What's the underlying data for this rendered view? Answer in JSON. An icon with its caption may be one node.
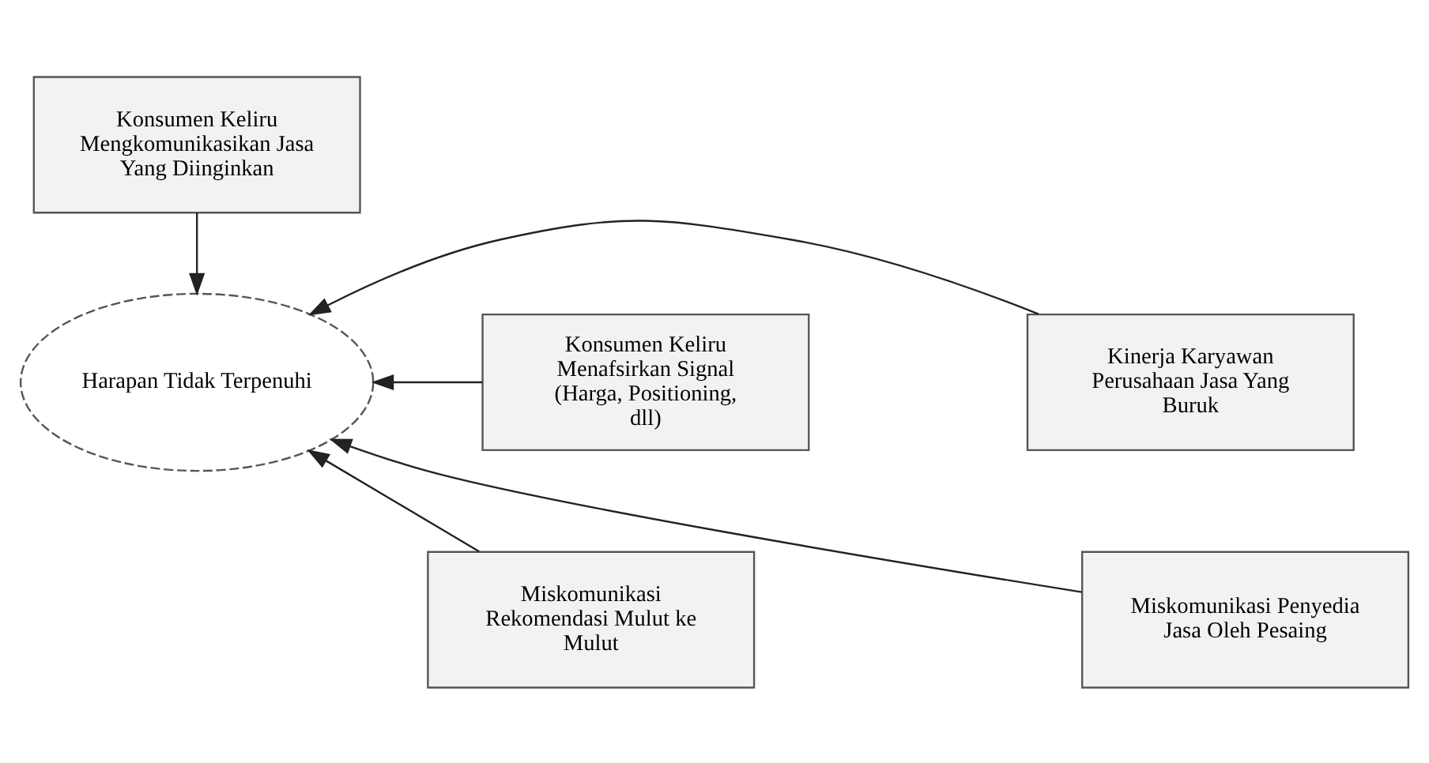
{
  "diagram": {
    "nodes": [
      {
        "text": [
          "Konsumen Keliru Mengkomunikasikan Jasa Yang Diinginkan"
        ]
      },
      {
        "text": [
          "Konsumen Keliru Menafsirkan Signal (Harga, Positioning, dll)"
        ]
      },
      {
        "text": [
          "Harapan Tidak Terpenuhi"
        ]
      },
      {
        "text": [
          "Kinerja Karyawan Perusahaan Jasa Yang Buruk"
        ]
      },
      {
        "text": [
          "Miskomunikasi Rekomendasi Mulut ke Mulut"
        ]
      },
      {
        "text": [
          "Miskomunikasi Penyedia Jasa Oleh Pesaing"
        ]
      }
    ],
    "edges": [
      {
        "from": 0,
        "to": 2,
        "arrow": "to"
      },
      {
        "from": 1,
        "to": 2,
        "arrow": "to"
      },
      {
        "from": 3,
        "to": 2,
        "arrow": "to"
      },
      {
        "from": 4,
        "to": 2,
        "arrow": "to"
      },
      {
        "from": 5,
        "to": 2,
        "arrow": "to"
      }
    ]
  }
}
